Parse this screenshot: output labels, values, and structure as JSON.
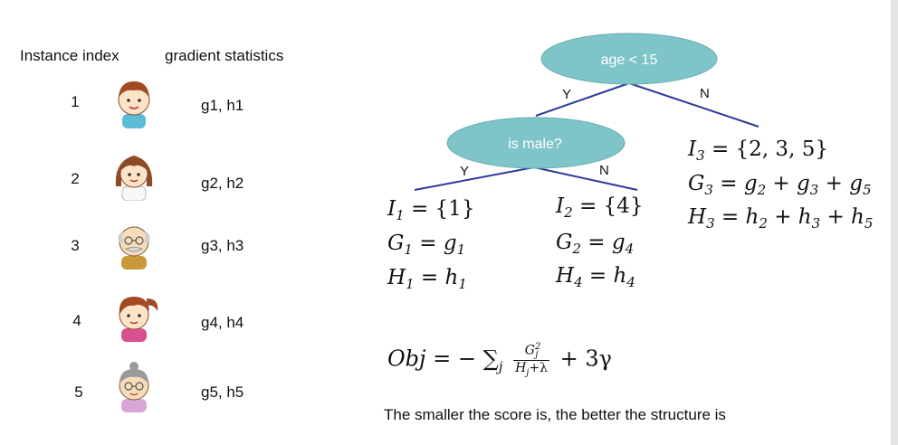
{
  "headers": {
    "instance_index": "Instance index",
    "gradient_statistics": "gradient statistics"
  },
  "instances": [
    {
      "index": "1",
      "grad": "g1, h1",
      "avatar_icon": "boy-icon"
    },
    {
      "index": "2",
      "grad": "g2, h2",
      "avatar_icon": "girl-icon"
    },
    {
      "index": "3",
      "grad": "g3, h3",
      "avatar_icon": "grandfather-icon"
    },
    {
      "index": "4",
      "grad": "g4, h4",
      "avatar_icon": "woman-icon"
    },
    {
      "index": "5",
      "grad": "g5, h5",
      "avatar_icon": "grandmother-icon"
    }
  ],
  "tree": {
    "root": "age < 15",
    "root_yes": "Y",
    "root_no": "N",
    "child": "is male?",
    "child_yes": "Y",
    "child_no": "N",
    "node_color": "#7ec4c8",
    "edge_color": "#2e3a9a"
  },
  "leaves": {
    "leaf1": {
      "I_sub": "1",
      "I_set": "{1}",
      "G_sub": "1",
      "G_val": "g",
      "G_val_sub": "1",
      "H_sub": "1",
      "H_val": "h",
      "H_val_sub": "1"
    },
    "leaf2": {
      "I_sub": "2",
      "I_set": "{4}",
      "G_sub": "2",
      "G_val": "g",
      "G_val_sub": "4",
      "H_sub": "4",
      "H_val": "h",
      "H_val_sub": "4"
    },
    "leaf3": {
      "I_sub": "3",
      "I_set": "{2, 3, 5}",
      "G_sub": "3",
      "G_terms": [
        "2",
        "3",
        "5"
      ],
      "H_sub": "3",
      "H_terms": [
        "2",
        "3",
        "5"
      ]
    }
  },
  "objective": {
    "lhs": "Obj",
    "eq": "= −",
    "sum": "∑",
    "sum_sub": "j",
    "num": "G",
    "num_sub": "j",
    "num_sup": "2",
    "den": "H",
    "den_sub": "j",
    "den_rest": "+λ",
    "tail": "+ 3γ"
  },
  "caption": "The smaller the score is, the better the structure is"
}
